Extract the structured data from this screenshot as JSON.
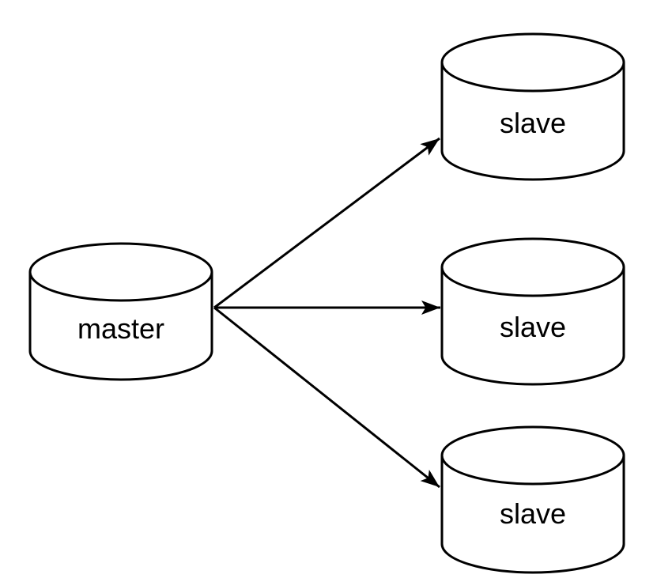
{
  "diagram": {
    "background_color": "#ffffff",
    "node_fill_color": "#ffffff",
    "node_stroke_color": "#000000",
    "edge_color": "#000000",
    "nodes": [
      {
        "id": "master",
        "label": "master",
        "shape": "cylinder"
      },
      {
        "id": "slave-top",
        "label": "slave",
        "shape": "cylinder"
      },
      {
        "id": "slave-middle",
        "label": "slave",
        "shape": "cylinder"
      },
      {
        "id": "slave-bottom",
        "label": "slave",
        "shape": "cylinder"
      }
    ],
    "edges": [
      {
        "from": "master",
        "to": "slave-top",
        "style": "solid-arrow"
      },
      {
        "from": "master",
        "to": "slave-middle",
        "style": "solid-arrow"
      },
      {
        "from": "master",
        "to": "slave-bottom",
        "style": "solid-arrow"
      }
    ]
  }
}
